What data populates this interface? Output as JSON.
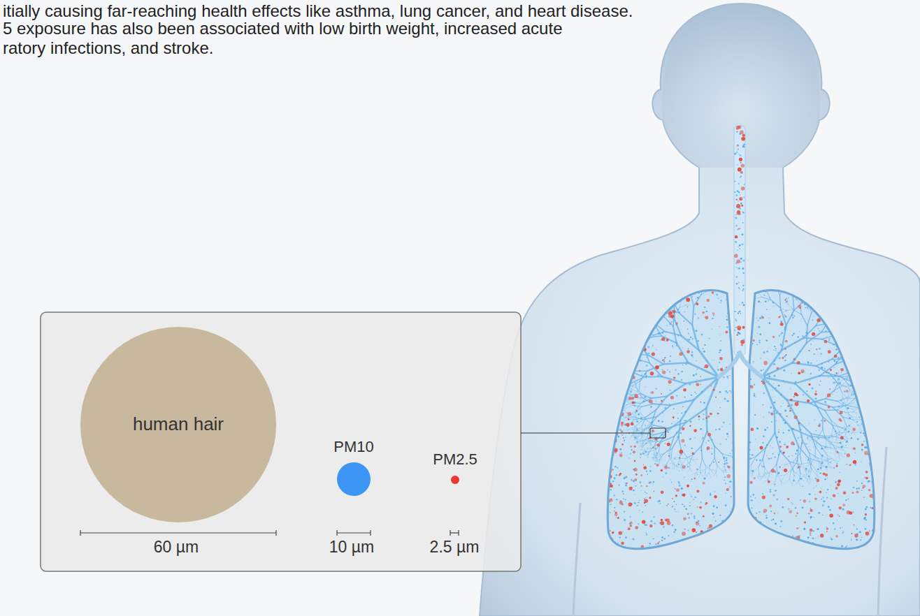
{
  "diagram": {
    "nodes": [
      {
        "text": [
          "human hair"
        ]
      },
      {
        "text": [
          "PM10"
        ]
      },
      {
        "text": [
          "PM2.5"
        ]
      }
    ],
    "labels": [
      "itially causing far-reaching health effects like asthma, lung cancer, and heart disease.",
      "5 exposure has also been associated with low birth weight, increased acute",
      "ratory infections, and stroke.",
      "60 µm",
      "10 µm",
      "2.5 µm"
    ]
  }
}
